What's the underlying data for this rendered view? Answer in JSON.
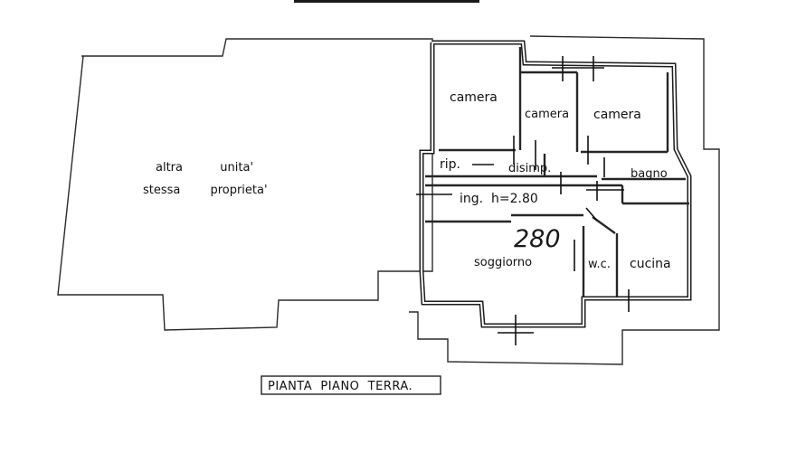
{
  "plan": {
    "neighbor_label_line1": "altra          unita'",
    "neighbor_label_line2": "stessa        proprieta'",
    "rooms": {
      "camera_left": "camera",
      "camera_mid": "camera",
      "camera_right": "camera",
      "ripostiglio": "rip.",
      "disimpegno": "disimp.",
      "bagno": "bagno",
      "ingresso": "ing.  h=2.80",
      "soggiorno": "soggiorno",
      "wc": "w.c.",
      "cucina": "cucina"
    },
    "handwritten_note": "280",
    "caption": "PIANTA  PIANO  TERRA."
  }
}
